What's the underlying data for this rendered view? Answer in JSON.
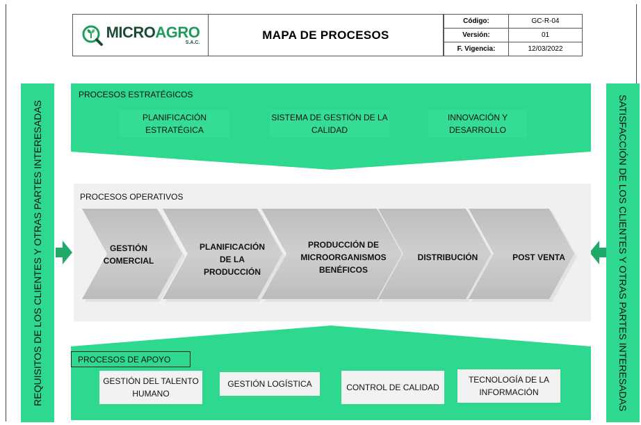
{
  "header": {
    "logo": {
      "brand_prefix": "MICRO",
      "brand_suffix": "AGRO",
      "legal_suffix": "S.A.C."
    },
    "title": "MAPA DE PROCESOS",
    "meta": [
      {
        "key": "Código:",
        "value": "GC-R-04"
      },
      {
        "key": "Versión:",
        "value": "01"
      },
      {
        "key": "F. Vigencia:",
        "value": "12/03/2022"
      }
    ]
  },
  "inputs_label": "REQUISITOS DE LOS CLIENTES Y OTRAS PARTES INTERESADAS",
  "outputs_label": "SATISFACCIÓN DE LOS CLIENTES Y OTRAS PARTES INTERESADAS",
  "strategic": {
    "label": "PROCESOS ESTRATÉGICOS",
    "items": [
      "PLANIFICACIÓN ESTRATÉGICA",
      "SISTEMA DE GESTIÓN DE LA CALIDAD",
      "INNOVACIÓN Y DESARROLLO"
    ]
  },
  "operative": {
    "label": "PROCESOS OPERATIVOS",
    "items": [
      "GESTIÓN COMERCIAL",
      "PLANIFICACIÓN DE LA PRODUCCIÓN",
      "PRODUCCIÓN DE MICROORGANISMOS BENÉFICOS",
      "DISTRIBUCIÓN",
      "POST VENTA"
    ]
  },
  "support": {
    "label": "PROCESOS DE APOYO",
    "items": [
      "GESTIÓN DEL TALENTO HUMANO",
      "GESTIÓN LOGÍSTICA",
      "CONTROL DE CALIDAD",
      "TECNOLOGÍA DE LA INFORMACIÓN"
    ]
  },
  "colors": {
    "green": "#2ed88e",
    "chevron": "#c4c4c4",
    "panel": "#f0f0f0",
    "logo_green": "#1e9c5c"
  }
}
